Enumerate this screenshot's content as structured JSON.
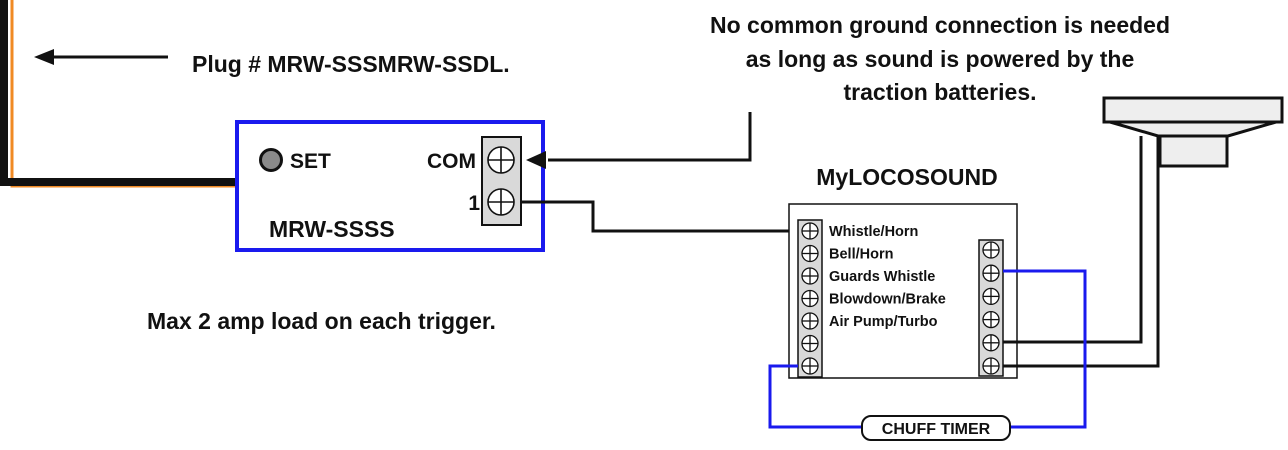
{
  "top_note": {
    "line1": "No common  ground connection  is needed",
    "line2": "as long as sound is powered by the",
    "line3": "traction batteries."
  },
  "plug_label": "Plug # MRW-SSSMRW-SSDL.",
  "module": {
    "set_label": "SET",
    "com_label": "COM",
    "terminal_1_label": "1",
    "name": "MRW-SSSS"
  },
  "load_note": "Max 2 amp load on each trigger.",
  "sound_board": {
    "title": "MyLOCOSOUND",
    "inputs": [
      "Whistle/Horn",
      "Bell/Horn",
      "Guards Whistle",
      "Blowdown/Brake",
      "Air Pump/Turbo"
    ]
  },
  "chuff_timer_label": "CHUFF TIMER",
  "colors": {
    "wire_black": "#111111",
    "wire_orange": "#f08a24",
    "box_blue": "#1a1aee",
    "wire_blue": "#1a1aee",
    "terminal_fill": "#d9d9d9",
    "speaker_fill": "#eeeeee"
  }
}
